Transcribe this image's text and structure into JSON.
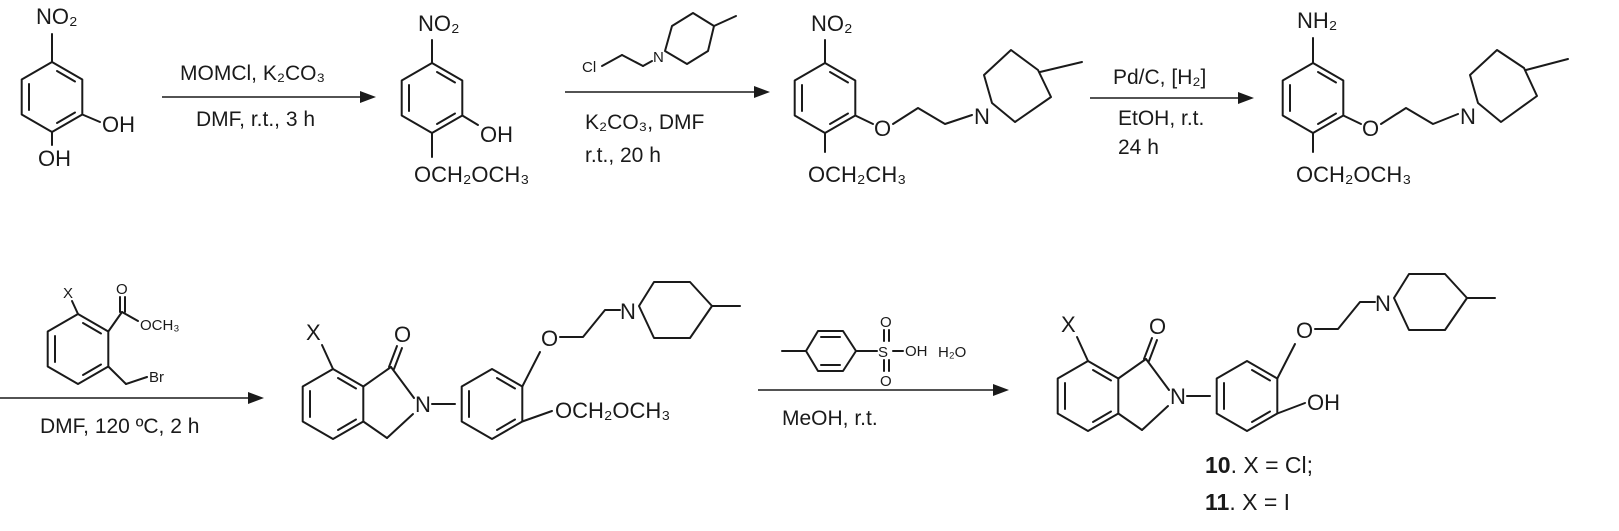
{
  "colors": {
    "ink": "#1a1a1a",
    "background": "#ffffff"
  },
  "compounds": {
    "c1": {
      "top_sub": "NO₂",
      "sub_a": "OH",
      "sub_b": "OH"
    },
    "c2": {
      "top_sub": "NO₂",
      "sub_a": "OH",
      "sub_b": "OCH₂OCH₃"
    },
    "c3": {
      "top_sub": "NO₂",
      "o_link": "O",
      "n_atom": "N",
      "sub_b": "OCH₂CH₃"
    },
    "c4": {
      "top_sub": "NH₂",
      "o_link": "O",
      "n_atom": "N",
      "sub_b": "OCH₂OCH₃"
    },
    "c5": {
      "x_atom": "X",
      "carbonyl_o": "O",
      "n_ring": "N",
      "o_link": "O",
      "n_atom": "N",
      "sub_b": "OCH₂OCH₃"
    },
    "c6": {
      "x_atom": "X",
      "carbonyl_o": "O",
      "n_ring": "N",
      "o_link": "O",
      "n_atom": "N",
      "sub_b": "OH"
    }
  },
  "reagents": {
    "chloro": {
      "cl": "Cl",
      "n": "N"
    },
    "ester": {
      "x": "X",
      "o": "O",
      "och3": "OCH₃",
      "br": "Br"
    },
    "tsoh": {
      "s": "S",
      "o_top": "O",
      "o_bottom": "O",
      "oh": "OH",
      "water": "H₂O"
    }
  },
  "steps": [
    {
      "above": "MOMCl, K₂CO₃",
      "below": "DMF, r.t., 3 h"
    },
    {
      "above": "",
      "below_1": "K₂CO₃, DMF",
      "below_2": "r.t., 20 h"
    },
    {
      "above": "Pd/C, [H₂]",
      "below_1": "EtOH, r.t.",
      "below_2": "24 h"
    },
    {
      "above": "",
      "below": "DMF, 120 ºC, 2 h"
    },
    {
      "above": "",
      "below": "MeOH, r.t."
    }
  ],
  "product_labels": [
    {
      "number": "10",
      "text": ". X = Cl;"
    },
    {
      "number": "11",
      "text": ". X = I"
    }
  ]
}
